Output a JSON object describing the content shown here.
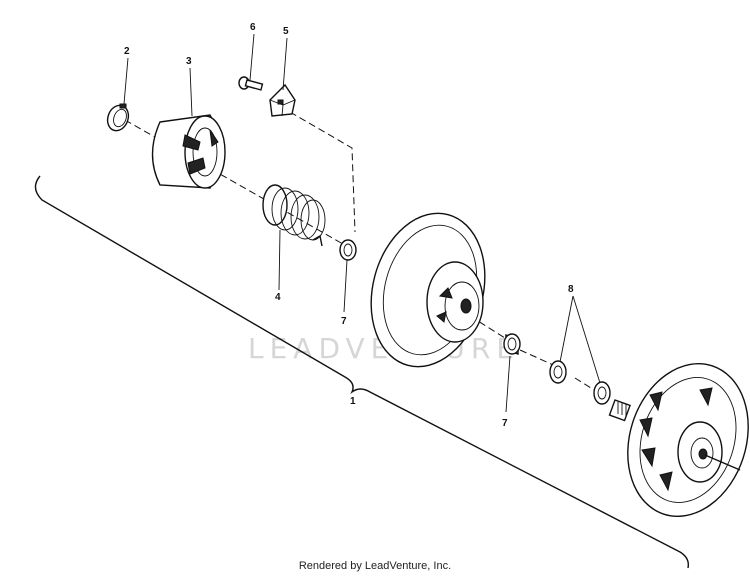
{
  "diagram": {
    "callouts": [
      {
        "id": "callout-1",
        "text": "1"
      },
      {
        "id": "callout-2",
        "text": "2"
      },
      {
        "id": "callout-3",
        "text": "3"
      },
      {
        "id": "callout-4",
        "text": "4"
      },
      {
        "id": "callout-5",
        "text": "5"
      },
      {
        "id": "callout-6",
        "text": "6"
      },
      {
        "id": "callout-7a",
        "text": "7"
      },
      {
        "id": "callout-7b",
        "text": "7"
      },
      {
        "id": "callout-8",
        "text": "8"
      }
    ],
    "watermark": "LEADVENTURE",
    "credit": "Rendered by LeadVenture, Inc."
  }
}
